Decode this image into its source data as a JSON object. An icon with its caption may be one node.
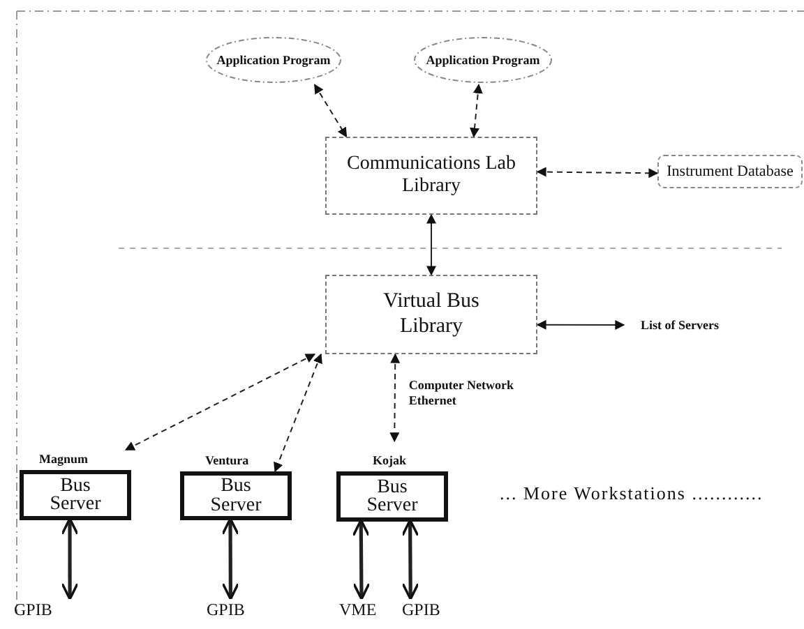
{
  "diagram": {
    "nodes": [
      {
        "text": [
          "Application Program"
        ]
      },
      {
        "text": [
          "Application Program"
        ]
      },
      {
        "text": [
          "Communications Lab Library"
        ]
      },
      {
        "text": [
          "Instrument Database"
        ]
      },
      {
        "text": [
          "Virtual Bus Library"
        ]
      },
      {
        "text": [
          "List of Servers"
        ]
      },
      {
        "text": [
          "Bus Server"
        ],
        "beside": [
          "Magnum"
        ]
      },
      {
        "text": [
          "Bus Server"
        ],
        "beside": [
          "Ventura"
        ]
      },
      {
        "text": [
          "Bus Server"
        ],
        "beside": [
          "Kojak"
        ]
      },
      {
        "text": [
          "GPIB"
        ]
      },
      {
        "text": [
          "GPIB"
        ]
      },
      {
        "text": [
          "VME"
        ]
      },
      {
        "text": [
          "GPIB"
        ]
      }
    ],
    "edges": [
      {
        "from": 0,
        "to": 2,
        "arrow": "both",
        "style": "dashed"
      },
      {
        "from": 1,
        "to": 2,
        "arrow": "both",
        "style": "dashed"
      },
      {
        "from": 2,
        "to": 3,
        "arrow": "both",
        "style": "dashed"
      },
      {
        "from": 2,
        "to": 4,
        "arrow": "both"
      },
      {
        "from": 4,
        "to": 5,
        "arrow": "both"
      },
      {
        "from": 4,
        "to": 6,
        "arrow": "both",
        "style": "dashed"
      },
      {
        "from": 4,
        "to": 7,
        "arrow": "both",
        "style": "dashed"
      },
      {
        "from": 4,
        "to": 8,
        "arrow": "both",
        "style": "dashed",
        "label": "Computer Network Ethernet"
      },
      {
        "from": 6,
        "to": 9,
        "arrow": "both",
        "style": "thick"
      },
      {
        "from": 7,
        "to": 10,
        "arrow": "both",
        "style": "thick"
      },
      {
        "from": 8,
        "to": 11,
        "arrow": "both",
        "style": "thick"
      },
      {
        "from": 8,
        "to": 12,
        "arrow": "both",
        "style": "thick"
      }
    ],
    "labels": [
      "... More Workstations ............"
    ]
  }
}
